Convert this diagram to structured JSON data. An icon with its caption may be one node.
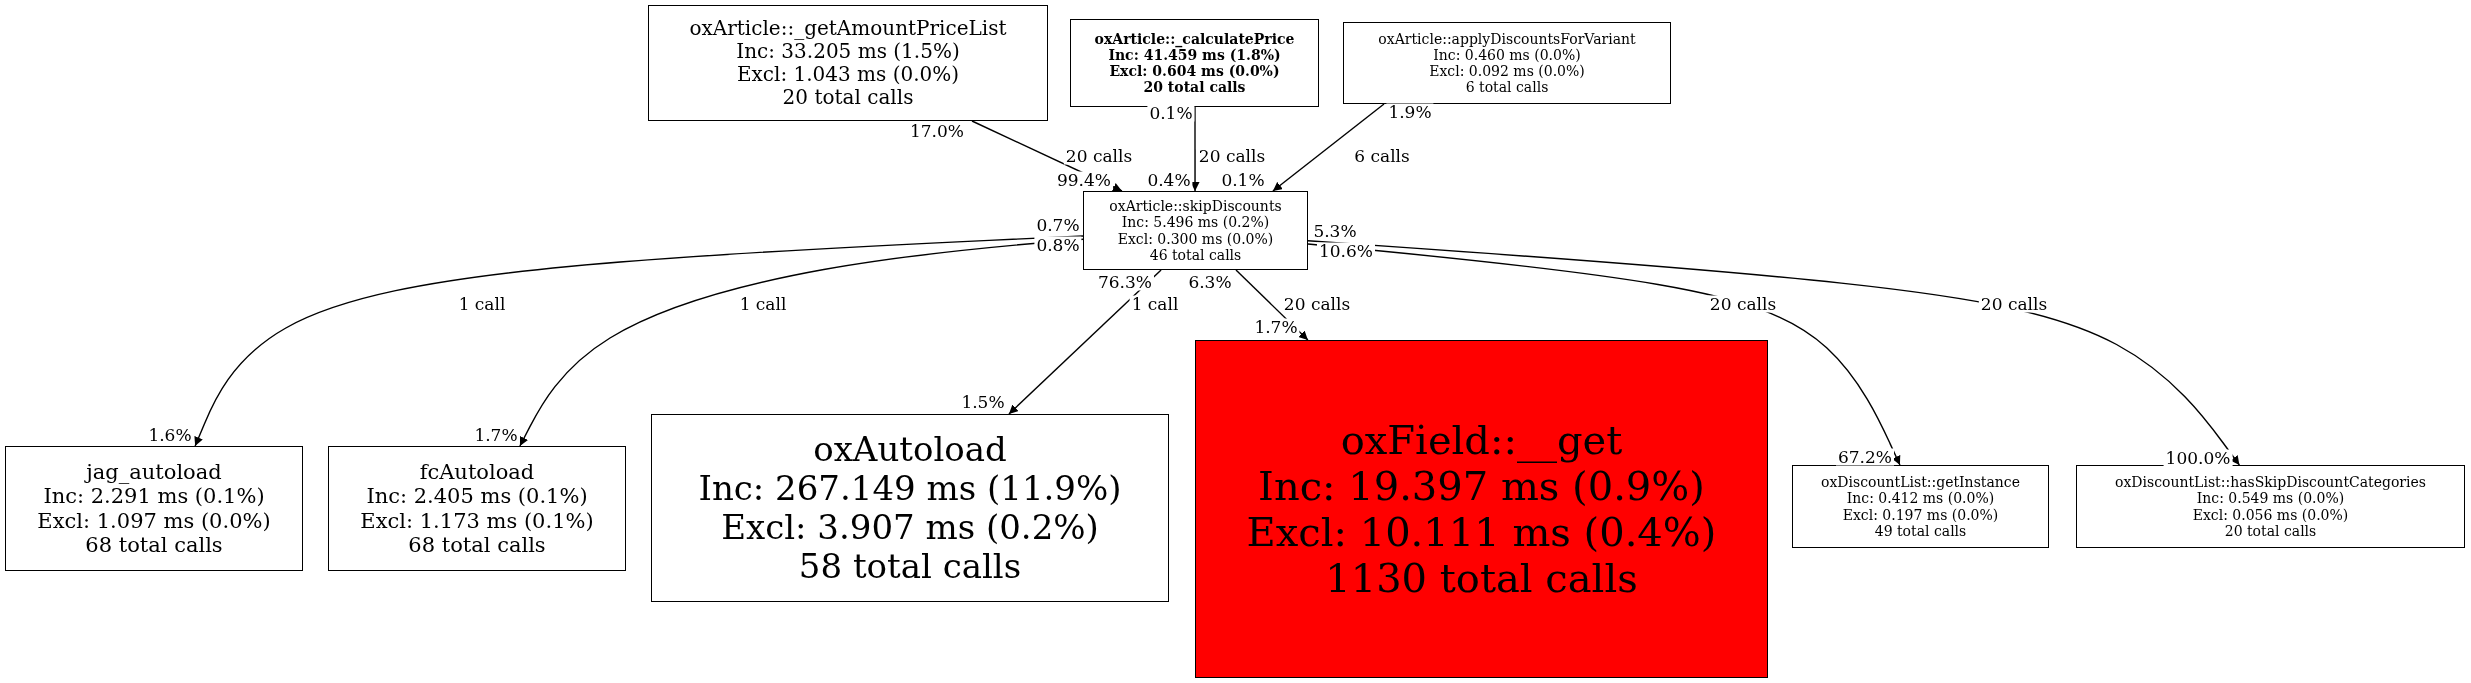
{
  "diagram": {
    "nodes": [
      {
        "text": [
          "oxArticle::_getAmountPriceList",
          "Inc: 33.205 ms (1.5%)",
          "Excl: 1.043 ms (0.0%)",
          "20 total calls"
        ]
      },
      {
        "text": [
          "oxArticle::_calculatePrice",
          "Inc: 41.459 ms (1.8%)",
          "Excl: 0.604 ms (0.0%)",
          "20 total calls"
        ]
      },
      {
        "text": [
          "oxArticle::applyDiscountsForVariant",
          "Inc: 0.460 ms (0.0%)",
          "Excl: 0.092 ms (0.0%)",
          "6 total calls"
        ]
      },
      {
        "text": [
          "oxArticle::skipDiscounts",
          "Inc: 5.496 ms (0.2%)",
          "Excl: 0.300 ms (0.0%)",
          "46 total calls"
        ]
      },
      {
        "text": [
          "jag_autoload",
          "Inc: 2.291 ms (0.1%)",
          "Excl: 1.097 ms (0.0%)",
          "68 total calls"
        ]
      },
      {
        "text": [
          "fcAutoload",
          "Inc: 2.405 ms (0.1%)",
          "Excl: 1.173 ms (0.1%)",
          "68 total calls"
        ]
      },
      {
        "text": [
          "oxAutoload",
          "Inc: 267.149 ms (11.9%)",
          "Excl: 3.907 ms (0.2%)",
          "58 total calls"
        ]
      },
      {
        "text": [
          "oxField::__get",
          "Inc: 19.397 ms (0.9%)",
          "Excl: 10.111 ms (0.4%)",
          "1130 total calls"
        ]
      },
      {
        "text": [
          "oxDiscountList::getInstance",
          "Inc: 0.412 ms (0.0%)",
          "Excl: 0.197 ms (0.0%)",
          "49 total calls"
        ]
      },
      {
        "text": [
          "oxDiscountList::hasSkipDiscountCategories",
          "Inc: 0.549 ms (0.0%)",
          "Excl: 0.056 ms (0.0%)",
          "20 total calls"
        ]
      }
    ],
    "edges": [
      {
        "from": 0,
        "to": 3,
        "arrow": "to",
        "label": "20 calls"
      },
      {
        "from": 1,
        "to": 3,
        "arrow": "to",
        "label": "20 calls"
      },
      {
        "from": 2,
        "to": 3,
        "arrow": "to",
        "label": "6 calls"
      },
      {
        "from": 3,
        "to": 4,
        "arrow": "to",
        "label": "1 call"
      },
      {
        "from": 3,
        "to": 5,
        "arrow": "to",
        "label": "1 call"
      },
      {
        "from": 3,
        "to": 6,
        "arrow": "to",
        "label": "1 call"
      },
      {
        "from": 3,
        "to": 7,
        "arrow": "to",
        "label": "20 calls"
      },
      {
        "from": 3,
        "to": 8,
        "arrow": "to",
        "label": "20 calls"
      },
      {
        "from": 3,
        "to": 9,
        "arrow": "to",
        "label": "20 calls"
      }
    ],
    "labels": [
      "17.0%",
      "0.1%",
      "1.9%",
      "99.4%",
      "0.4%",
      "0.1%",
      "0.7%",
      "0.8%",
      "5.3%",
      "10.6%",
      "76.3%",
      "6.3%",
      "1.7%",
      "1.5%",
      "1.6%",
      "1.7%",
      "67.2%",
      "100.0%"
    ]
  }
}
